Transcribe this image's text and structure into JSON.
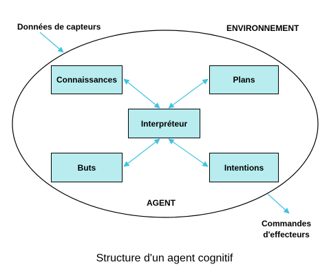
{
  "labels": {
    "sensor_data": "Données de capteurs",
    "environment": "ENVIRONNEMENT",
    "agent": "AGENT",
    "effector_commands_line1": "Commandes",
    "effector_commands_line2": "d'effecteurs",
    "caption": "Structure d'un agent cognitif"
  },
  "nodes": {
    "connaissances": "Connaissances",
    "plans": "Plans",
    "interpreteur": "Interpréteur",
    "buts": "Buts",
    "intentions": "Intentions"
  },
  "colors": {
    "box_fill": "#b8ecef",
    "arrow": "#3fc3e0",
    "outline": "#000000"
  }
}
